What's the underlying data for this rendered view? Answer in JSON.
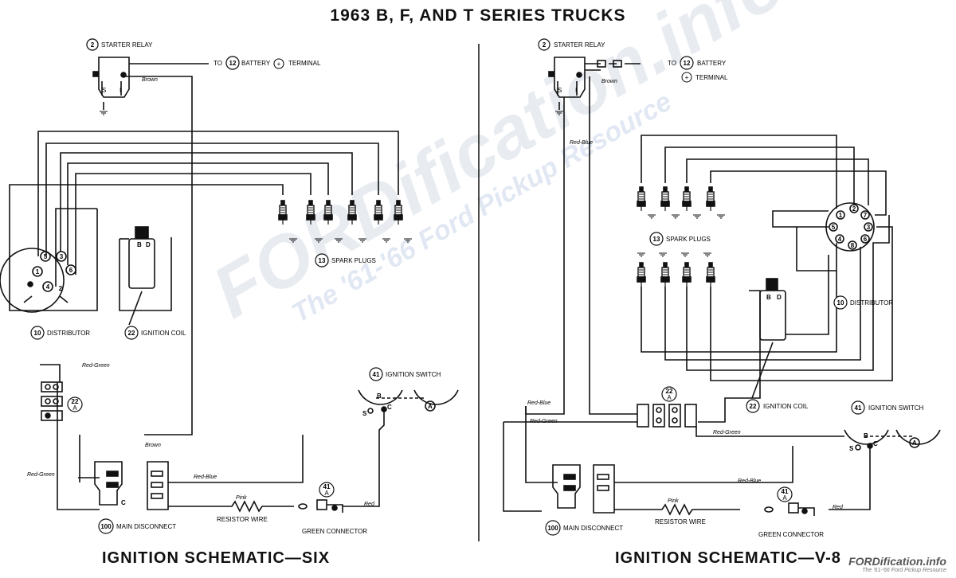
{
  "title": "1963 B, F, AND T SERIES TRUCKS",
  "watermark": {
    "main": "FORDification.info",
    "sub": "The '61-'66 Ford Pickup Resource"
  },
  "corner_logo": {
    "main": "FORDification.info",
    "sub": "The '61-'66 Ford Pickup Resource"
  },
  "left": {
    "title": "IGNITION SCHEMATIC—SIX",
    "starter_relay": {
      "num": "2",
      "label": "STARTER RELAY",
      "s": "S",
      "i": "I"
    },
    "battery": {
      "to": "TO",
      "num": "12",
      "label": "BATTERY",
      "plus": "+",
      "terminal": "TERMINAL"
    },
    "brown": "Brown",
    "spark_plugs": {
      "num": "13",
      "label": "SPARK PLUGS"
    },
    "distributor": {
      "num": "10",
      "label": "DISTRIBUTOR",
      "terminals": [
        "1",
        "5",
        "3",
        "6",
        "2",
        "4"
      ]
    },
    "coil": {
      "num": "22",
      "label": "IGNITION COIL",
      "b": "B",
      "d": "D"
    },
    "red_green_top": "Red-Green",
    "connector22a": {
      "num": "22",
      "sub": "A"
    },
    "ignition_switch": {
      "num": "41",
      "label": "IGNITION SWITCH",
      "b": "B",
      "s": "S",
      "c": "C",
      "a": "A"
    },
    "brown2": "Brown",
    "red_green_left": "Red-Green",
    "red_blue": "Red-Blue",
    "main_disconnect": {
      "num": "100",
      "label": "MAIN DISCONNECT",
      "c": "C"
    },
    "resistor": {
      "pink": "Pink",
      "label": "RESISTOR WIRE"
    },
    "green_connector": {
      "num": "41",
      "sub": "A",
      "label": "GREEN CONNECTOR"
    },
    "red": "Red"
  },
  "right": {
    "title": "IGNITION SCHEMATIC—V-8",
    "starter_relay": {
      "num": "2",
      "label": "STARTER RELAY",
      "s": "S",
      "i": "I"
    },
    "battery": {
      "to": "TO",
      "num": "12",
      "label": "BATTERY",
      "plus": "+",
      "terminal": "TERMINAL"
    },
    "brown": "Brown",
    "red_blue_top": "Red-Blue",
    "spark_plugs": {
      "num": "13",
      "label": "SPARK PLUGS"
    },
    "distributor": {
      "num": "10",
      "label": "DISTRIBUTOR",
      "terminals": [
        "1",
        "2",
        "7",
        "5",
        "3",
        "4",
        "6",
        "8"
      ]
    },
    "coil": {
      "num": "22",
      "label": "IGNITION COIL",
      "b": "B",
      "d": "D"
    },
    "red_blue": "Red-Blue",
    "red_green": "Red-Green",
    "connector22a": {
      "num": "22",
      "sub": "A"
    },
    "red_green2": "Red-Green",
    "ignition_switch": {
      "num": "41",
      "label": "IGNITION SWITCH",
      "b": "B",
      "s": "S",
      "c": "C",
      "a": "A"
    },
    "red_blue2": "Red-Blue",
    "main_disconnect": {
      "num": "100",
      "label": "MAIN DISCONNECT"
    },
    "resistor": {
      "pink": "Pink",
      "label": "RESISTOR WIRE"
    },
    "green_connector": {
      "num": "41",
      "sub": "A",
      "label": "GREEN CONNECTOR"
    },
    "red": "Red"
  }
}
